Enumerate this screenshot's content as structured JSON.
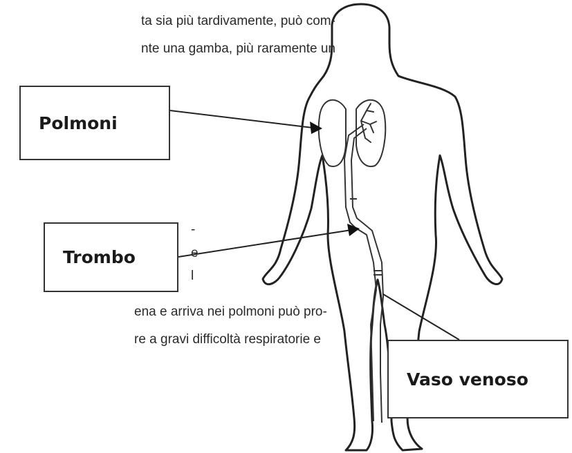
{
  "text": {
    "line1": "ta sia più tardivamente, può com-",
    "line2": "nte una gamba, più raramente un",
    "frag1": "-",
    "frag2": "e",
    "frag3": "l",
    "line3": "ena e arriva nei polmoni può pro-",
    "line4": "re a gravi difficoltà respiratorie e"
  },
  "labels": {
    "polmoni": "Polmoni",
    "trombo": "Trombo",
    "vaso": "Vaso venoso"
  }
}
